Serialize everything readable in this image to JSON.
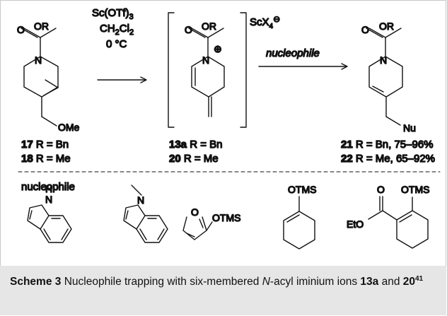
{
  "reagents": {
    "line1": "Sc(OTf)",
    "line1_sub": "3",
    "line2": "CH",
    "line2_sub1": "2",
    "line2_mid": "Cl",
    "line2_sub2": "2",
    "line3": "0 °C"
  },
  "counterion": {
    "text": "ScX",
    "sub": "4",
    "charge": "⊖"
  },
  "nucleophile_label": "nucleophile",
  "section_label": "nucleophile",
  "atoms": {
    "OR": "OR",
    "O": "O",
    "N": "N",
    "OMe": "OMe",
    "Nu": "Nu",
    "plus": "⊕",
    "H": "H",
    "OTMS": "OTMS",
    "EtO": "EtO"
  },
  "compounds": {
    "c17_num": "17",
    "c17_text": " R = Bn",
    "c18_num": "18",
    "c18_text": " R = Me",
    "c13a_num": "13a",
    "c13a_text": " R = Bn",
    "c20_num": "20",
    "c20_text": "  R = Me",
    "c21_num": "21",
    "c21_text": " R = Bn, 75–96%",
    "c22_num": "22",
    "c22_text": " R = Me, 65–92%"
  },
  "caption": {
    "scheme": "Scheme 3",
    "text1": "  Nucleophile trapping with six-membered ",
    "italic_n": "N",
    "text2": "-acyl iminium ions ",
    "c1": "13a",
    "and": " and ",
    "c2": "20",
    "ref": "41"
  },
  "colors": {
    "accent": "#b3252b",
    "caption_bg": "#e6e6e6"
  }
}
